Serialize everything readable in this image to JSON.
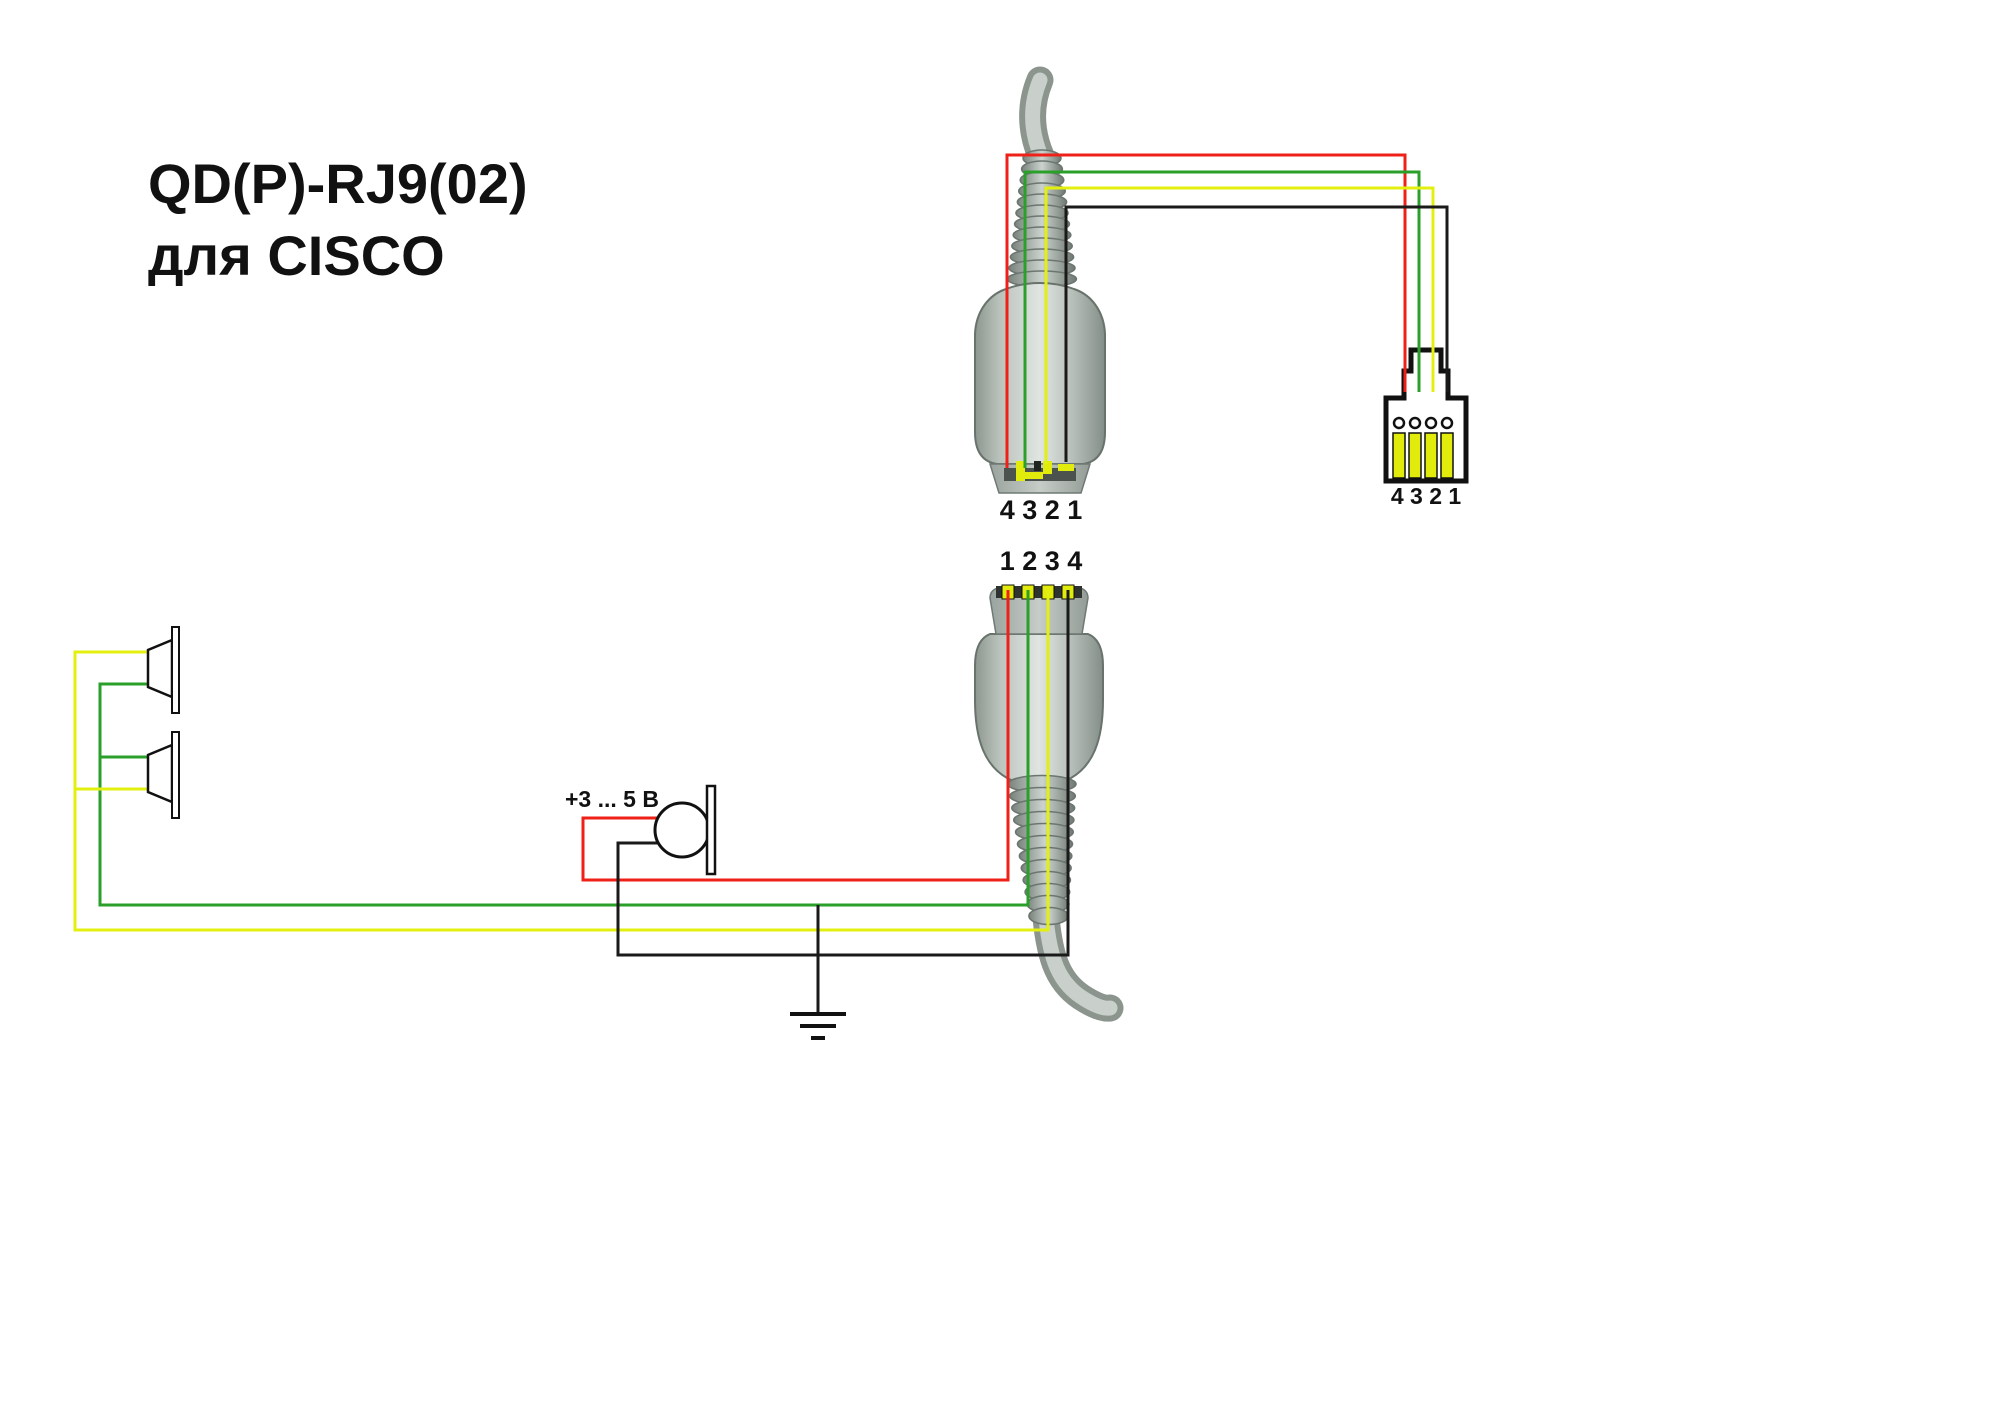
{
  "title": {
    "line1": "QD(P)-RJ9(02)",
    "line2": "для CISCO"
  },
  "labels": {
    "qd_plug_pins": "4 3 2 1",
    "qd_socket_pins": "1 2 3 4",
    "rj9_pins": "4 3 2 1",
    "mic_voltage": "+3 ... 5 В"
  },
  "wire_colors": {
    "red": "#ef2017",
    "green": "#2aa02a",
    "yellow": "#e3f00f",
    "black": "#1a1a1a"
  },
  "contact_color": "#e2ec0c"
}
